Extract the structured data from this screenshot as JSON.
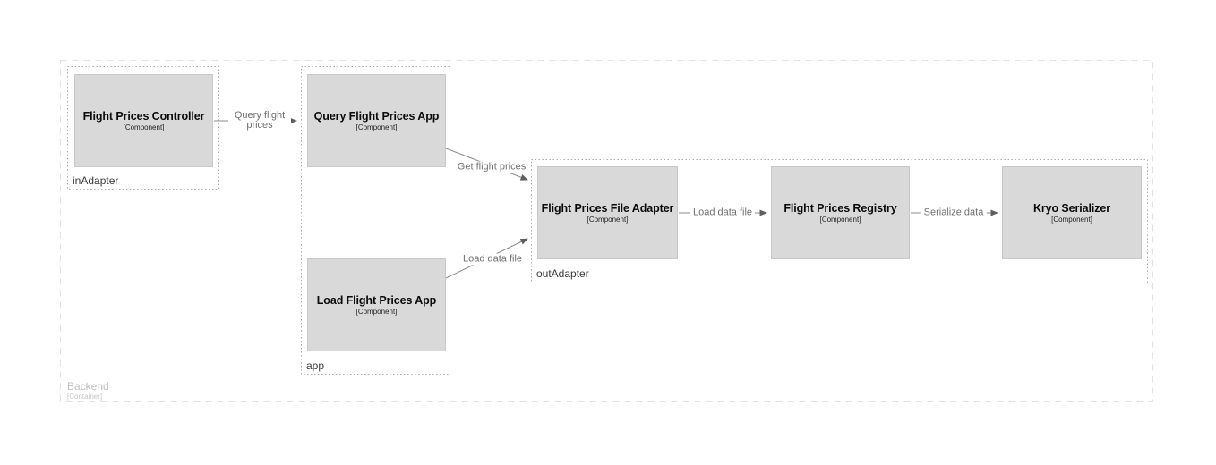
{
  "diagram": {
    "kind": "c4-component-diagram",
    "outer_container": {
      "label": "Backend",
      "meta": "[Container]"
    },
    "groups": [
      {
        "label": "inAdapter"
      },
      {
        "label": "app"
      },
      {
        "label": "outAdapter"
      }
    ],
    "components": [
      {
        "title": "Flight Prices Controller",
        "meta": "[Component]",
        "group": "inAdapter"
      },
      {
        "title": "Query Flight Prices App",
        "meta": "[Component]",
        "group": "app"
      },
      {
        "title": "Load Flight Prices App",
        "meta": "[Component]",
        "group": "app"
      },
      {
        "title": "Flight Prices File Adapter",
        "meta": "[Component]",
        "group": "outAdapter"
      },
      {
        "title": "Flight Prices Registry",
        "meta": "[Component]",
        "group": "outAdapter"
      },
      {
        "title": "Kryo Serializer",
        "meta": "[Component]",
        "group": "outAdapter"
      }
    ],
    "edges": [
      {
        "label": "Query flight prices",
        "from": "Flight Prices Controller",
        "to": "Query Flight Prices App"
      },
      {
        "label": "Get flight prices",
        "from": "Query Flight Prices App",
        "to": "Flight Prices File Adapter"
      },
      {
        "label": "Load data file",
        "from": "Load Flight Prices App",
        "to": "Flight Prices File Adapter"
      },
      {
        "label": "Load data file",
        "from": "Flight Prices File Adapter",
        "to": "Flight Prices Registry"
      },
      {
        "label": "Serialize data",
        "from": "Flight Prices Registry",
        "to": "Kryo Serializer"
      }
    ],
    "colors": {
      "background": "#ffffff",
      "component_fill": "#d9d9d9",
      "component_border": "#c9c9c9",
      "group_border": "#adadad",
      "outer_border": "#e2e2e2",
      "connector_line": "#8a8a8a",
      "arrowhead": "#5f5f5f",
      "edge_label_text": "#707070",
      "group_label_text": "#3a3a3a",
      "outer_label_text": "#c0c0c0",
      "title_text": "#0b0b0b"
    }
  }
}
